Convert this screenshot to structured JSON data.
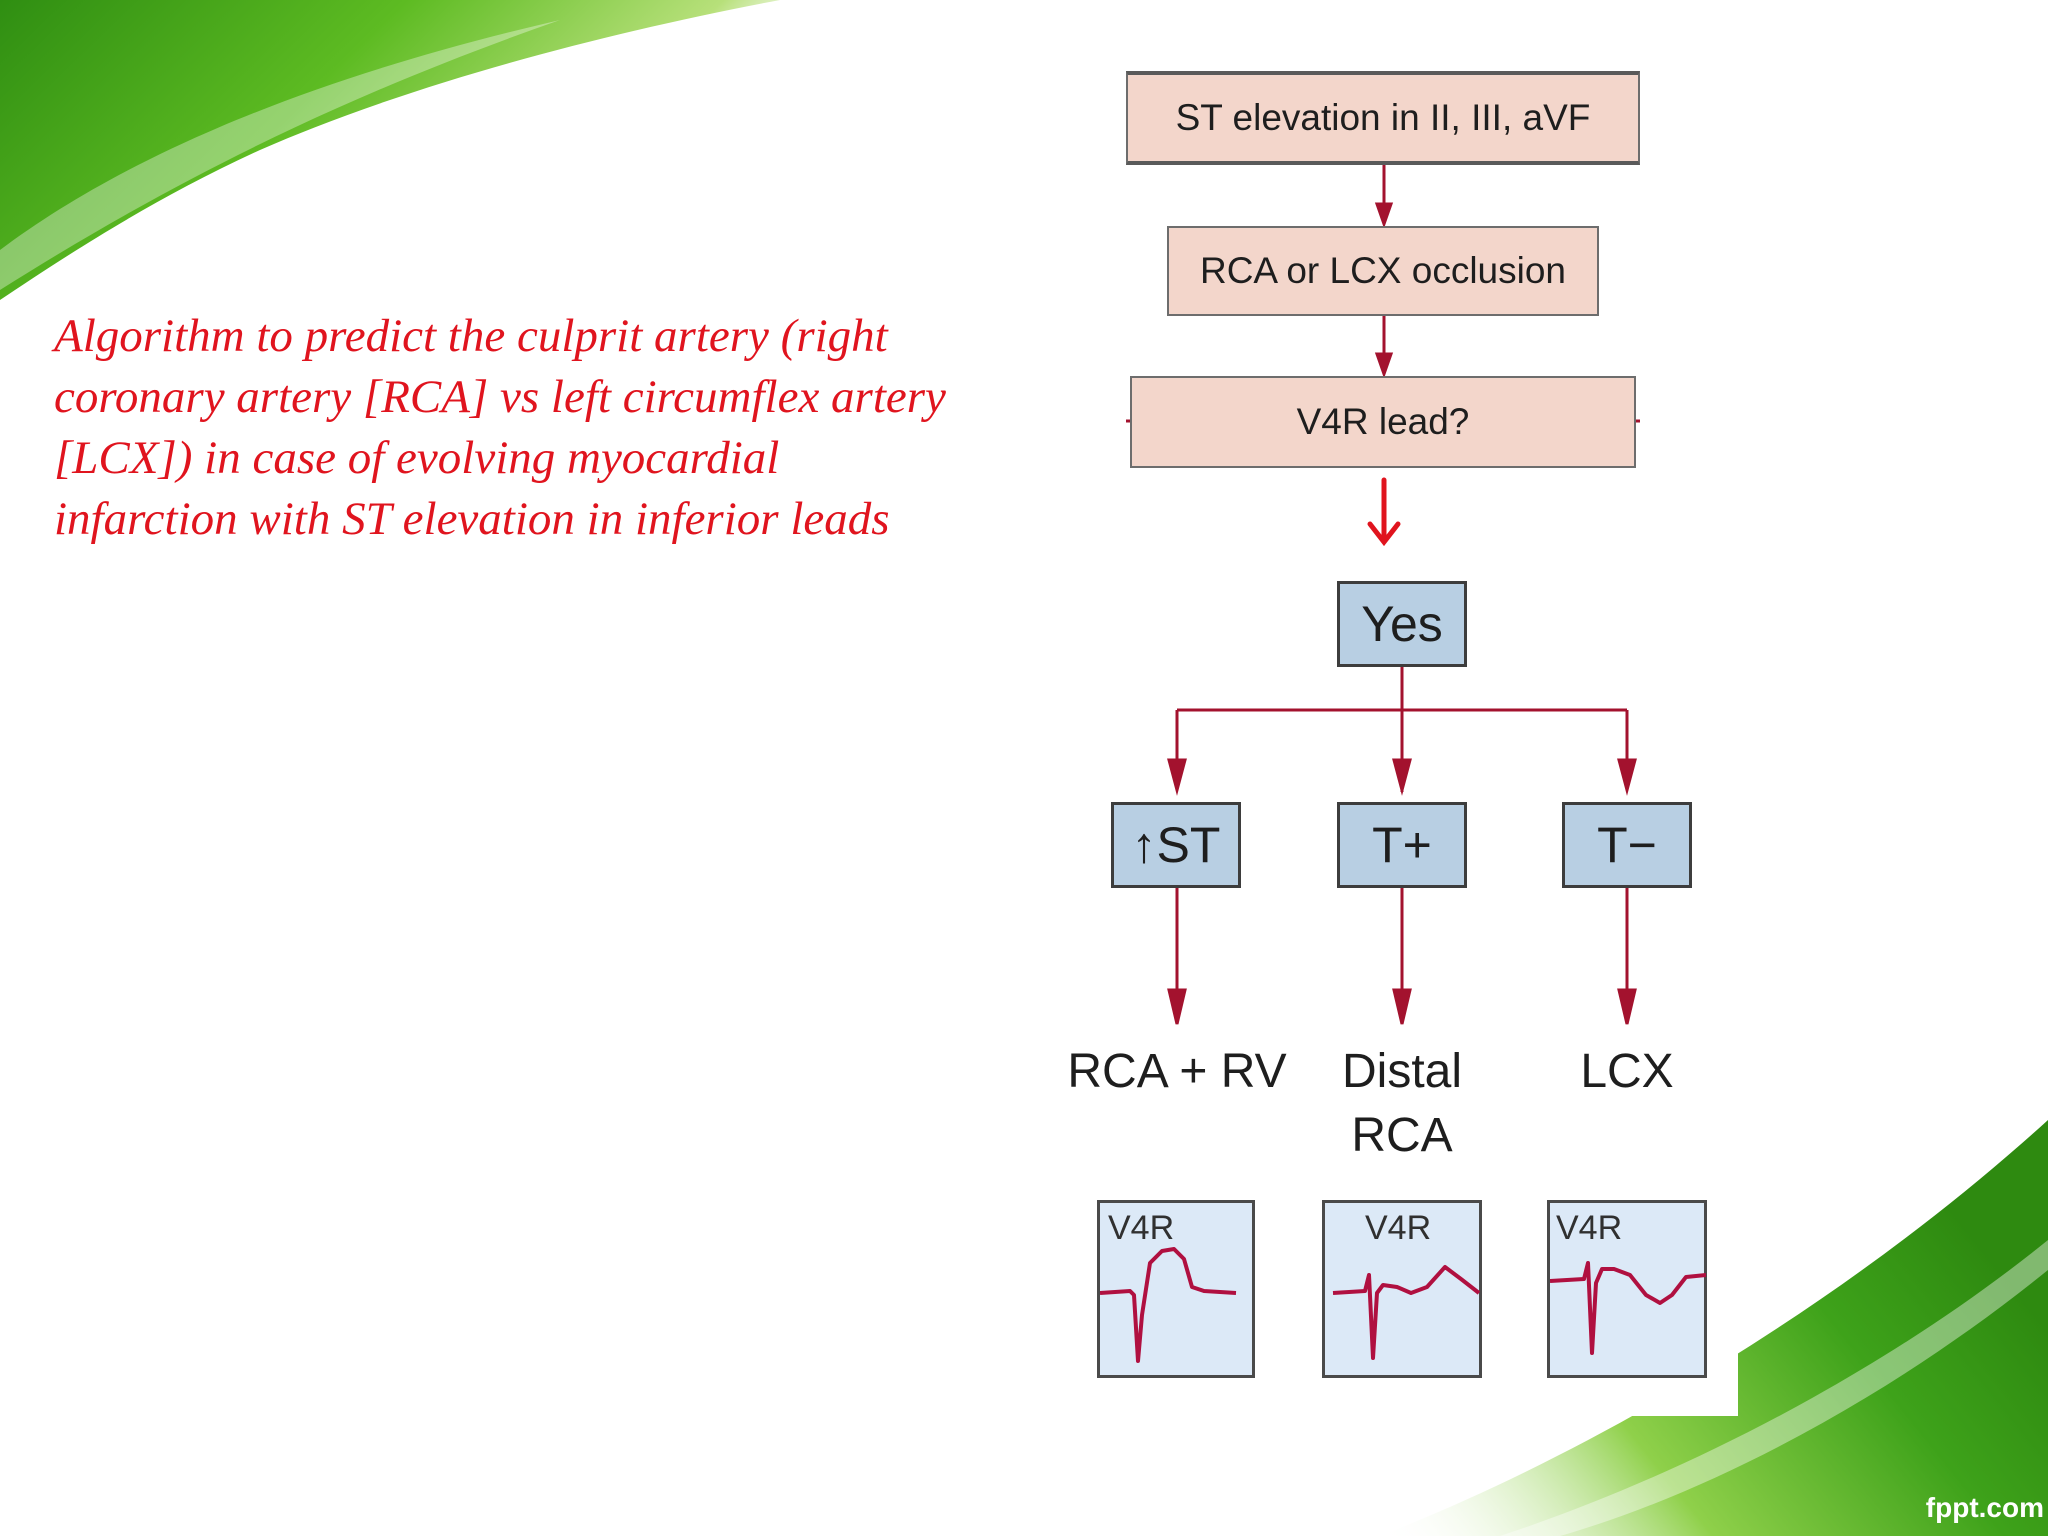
{
  "caption": {
    "lines": [
      "Algorithm to predict the culprit artery (right",
      "coronary artery [RCA] vs left circumflex artery",
      "[LCX]) in case of evolving myocardial",
      "infarction with ST elevation in inferior leads"
    ]
  },
  "flowchart": {
    "step1": "ST elevation in II, III, aVF",
    "step2": "RCA or LCX occlusion",
    "step3": "V4R lead?",
    "answer": "Yes",
    "branches": [
      {
        "finding": "↑ST",
        "result_line1": "RCA + RV",
        "result_line2": "",
        "ecg_label": "V4R"
      },
      {
        "finding": "T+",
        "result_line1": "Distal",
        "result_line2": "RCA",
        "ecg_label": "V4R"
      },
      {
        "finding": "T−",
        "result_line1": "LCX",
        "result_line2": "",
        "ecg_label": "V4R"
      }
    ]
  },
  "footer": {
    "brand": "fppt.com"
  },
  "colors": {
    "caption_text": "#e0141e",
    "arrow": "#a3122e",
    "highlight_arrow": "#e0141e",
    "process_box": "#f3d6cb",
    "finding_box": "#b8cfe3",
    "ecg_background": "#dce9f7",
    "ecg_trace": "#b01040",
    "swoosh_green": "#3a9a1a"
  }
}
